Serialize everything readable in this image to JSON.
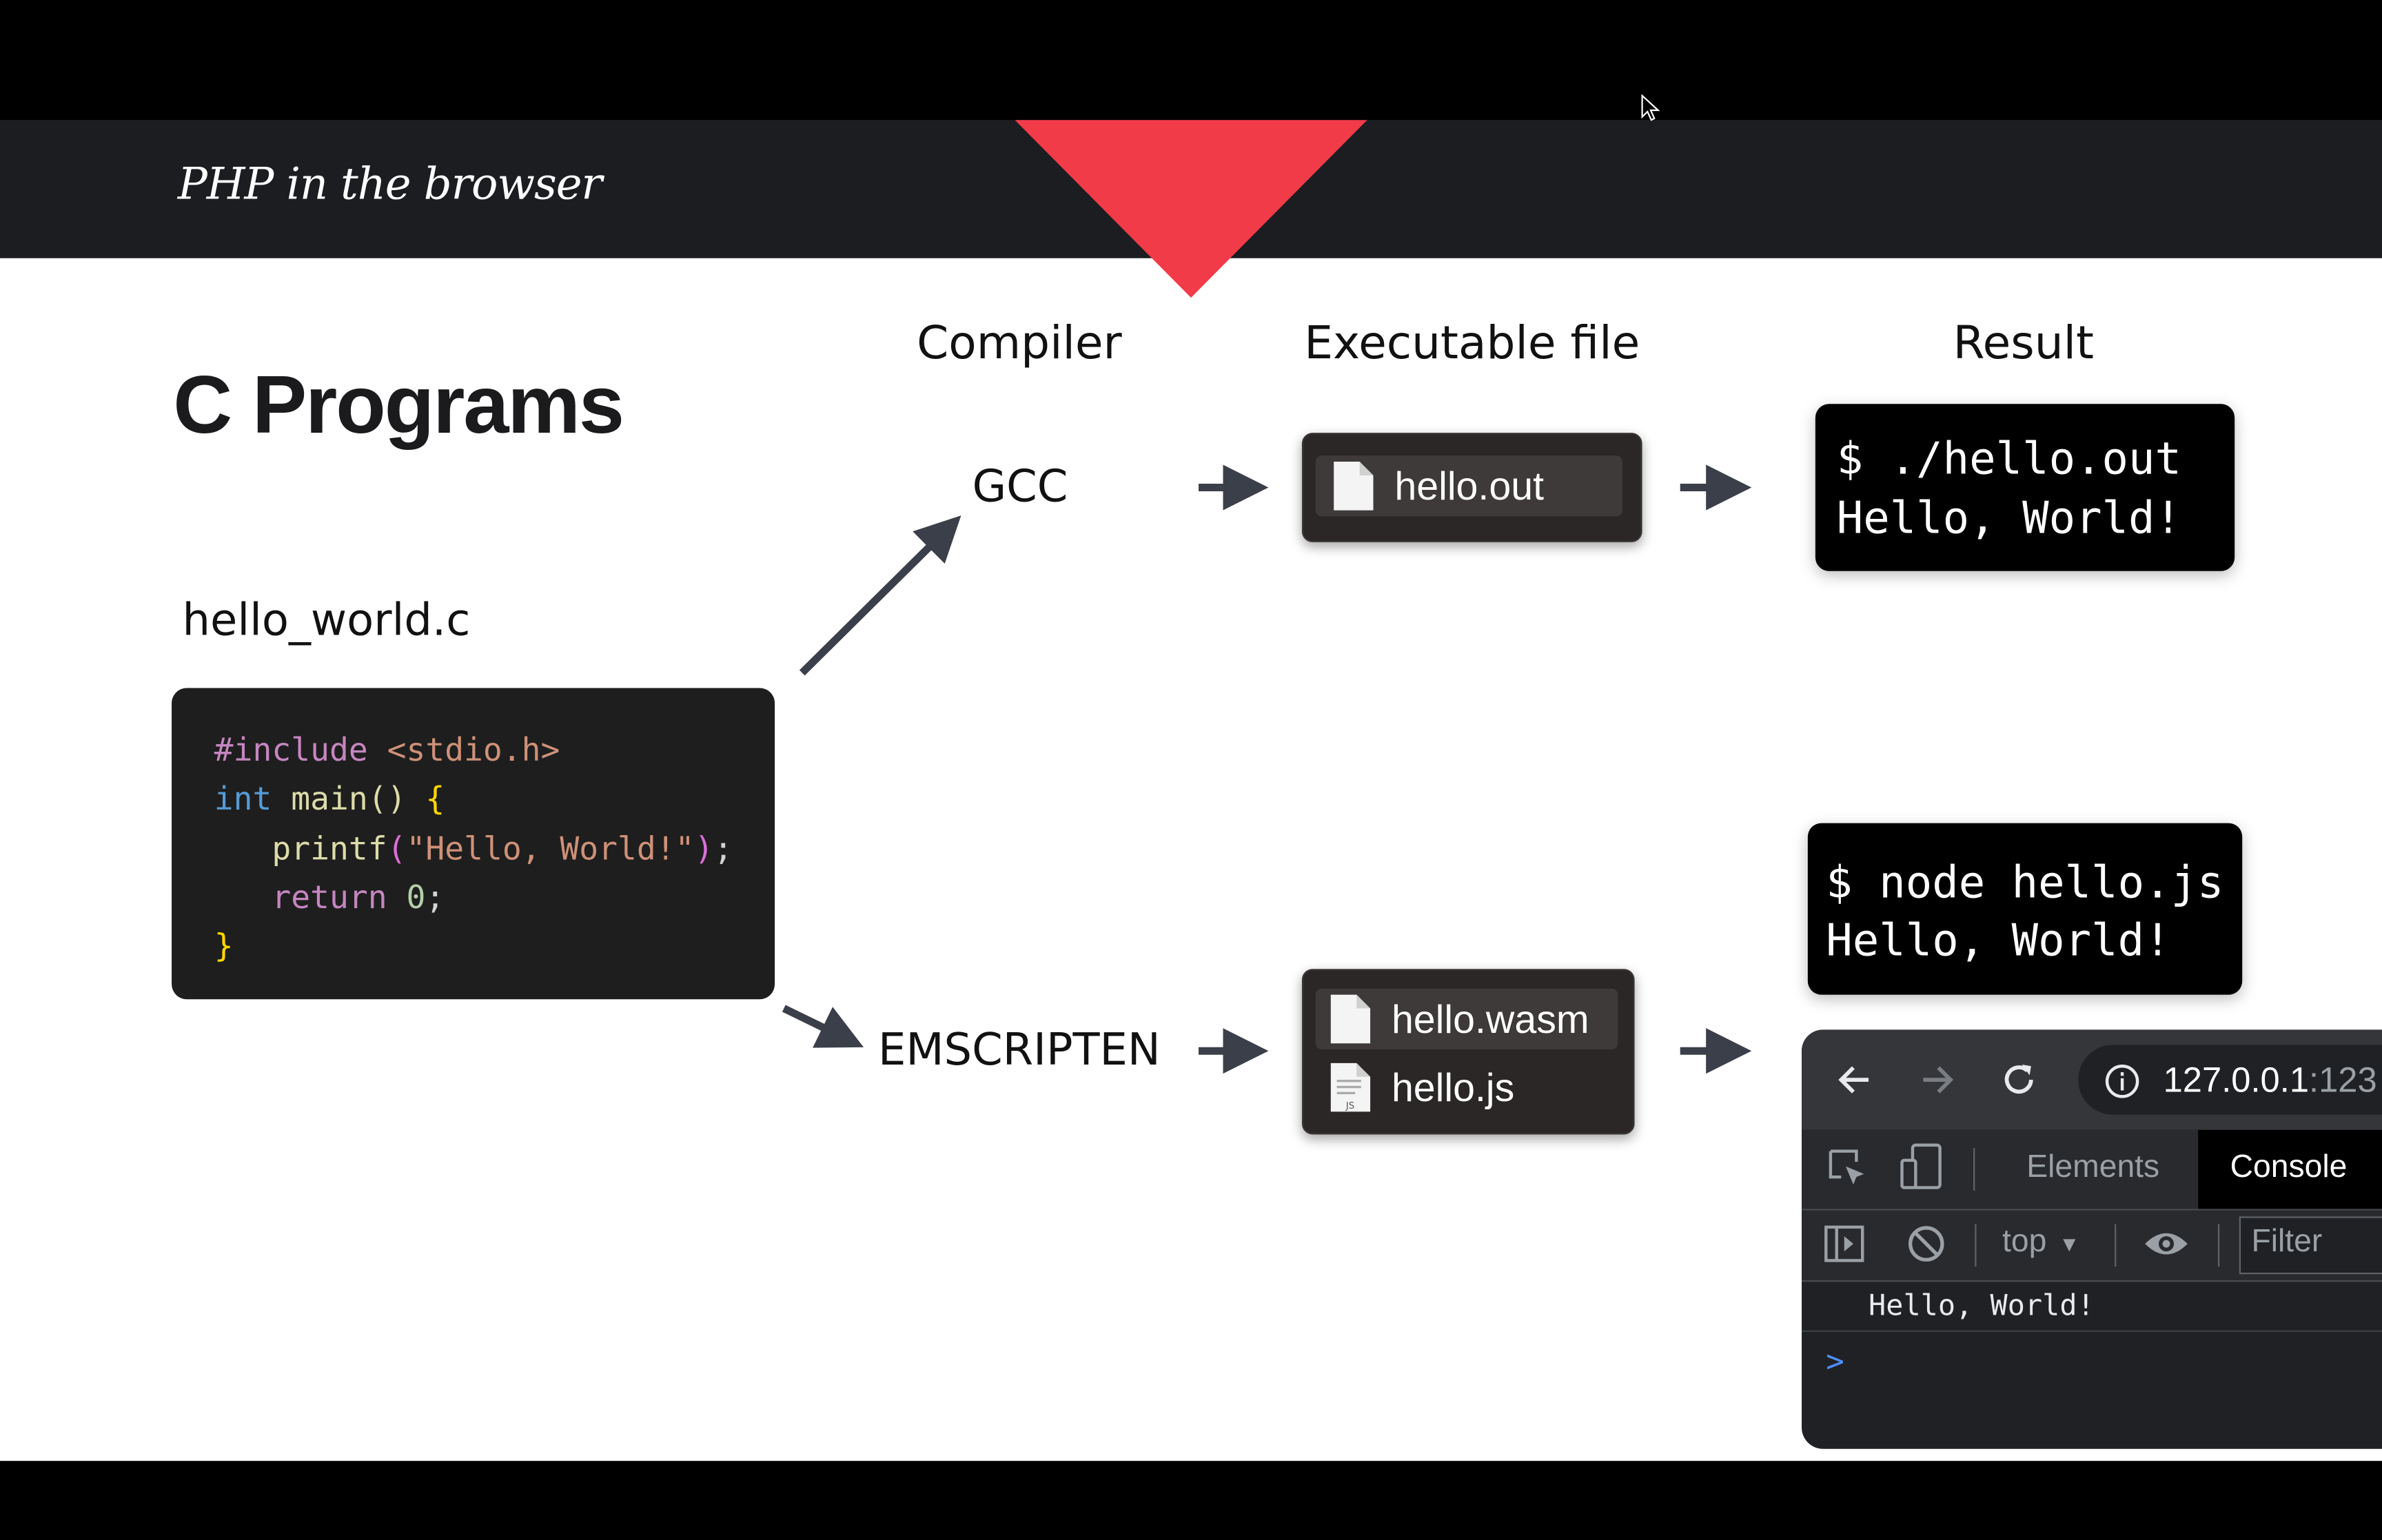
{
  "header": {
    "title": "PHP in the browser"
  },
  "slide": {
    "title": "C Programs",
    "columns": {
      "compiler": "Compiler",
      "executable": "Executable file",
      "result": "Result"
    },
    "source_filename": "hello_world.c",
    "code_lines": [
      "#include <stdio.h>",
      "int main() {",
      "   printf(\"Hello, World!\");",
      "   return 0;",
      "}"
    ],
    "gcc": {
      "compiler": "GCC",
      "file": "hello.out",
      "terminal": [
        "$ ./hello.out",
        "Hello, World!"
      ]
    },
    "emscripten": {
      "compiler": "EMSCRIPTEN",
      "files": [
        "hello.wasm",
        "hello.js"
      ],
      "terminal": [
        "$ node hello.js",
        "Hello, World!"
      ]
    }
  },
  "browser": {
    "url_host": "127.0.0.1",
    "url_port": ":123",
    "tabs": [
      "Elements",
      "Console"
    ],
    "context": "top",
    "filter_placeholder": "Filter",
    "console_output": "Hello, World!",
    "prompt": ">"
  },
  "colors": {
    "accent_red": "#f23b48",
    "header_bg": "#1c1d21",
    "arrow": "#3b3f4a"
  }
}
